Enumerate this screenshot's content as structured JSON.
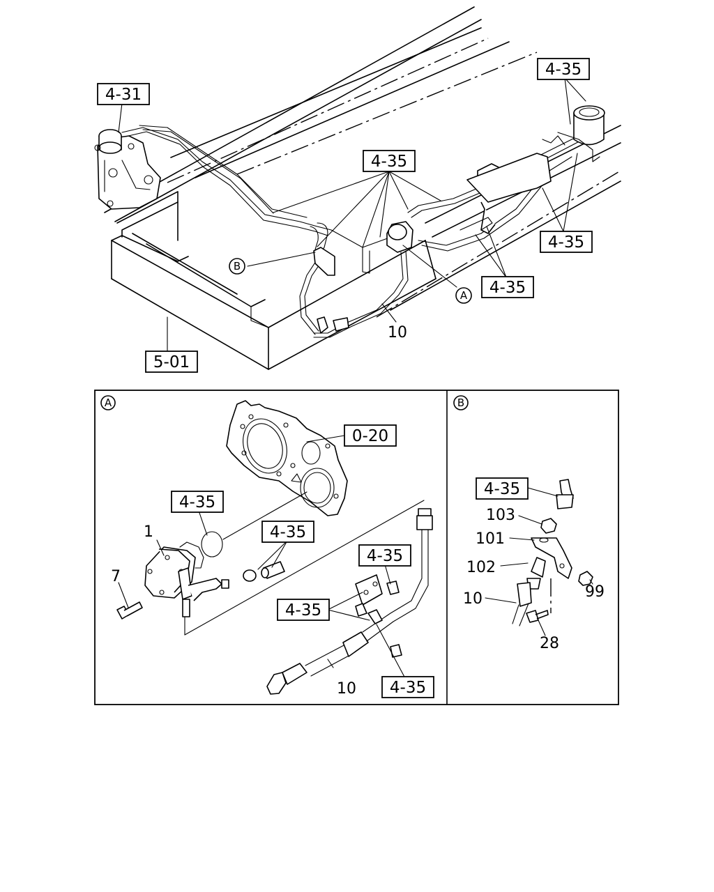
{
  "callouts": {
    "top_left_4_31": "4-31",
    "top_right_4_35": "4-35",
    "top_center_4_35": "4-35",
    "right_4_35": "4-35",
    "mid_right_4_35": "4-35",
    "frame_5_01": "5-01",
    "hose_10": "10",
    "marker_a": "A",
    "marker_b": "B"
  },
  "detail_a": {
    "marker": "A",
    "plate_0_20": "0-20",
    "oring_4_35": "4-35",
    "sleeve_4_35": "4-35",
    "bracket_4_35": "4-35",
    "clamp_4_35": "4-35",
    "bolt_4_35": "4-35",
    "pump_1": "1",
    "bolt_7": "7",
    "hose_10": "10"
  },
  "detail_b": {
    "marker": "B",
    "hose_end_4_35": "4-35",
    "nut_103": "103",
    "bracket_101": "101",
    "fitting_102": "102",
    "hose_10": "10",
    "nut_99": "99",
    "bolt_28": "28"
  }
}
